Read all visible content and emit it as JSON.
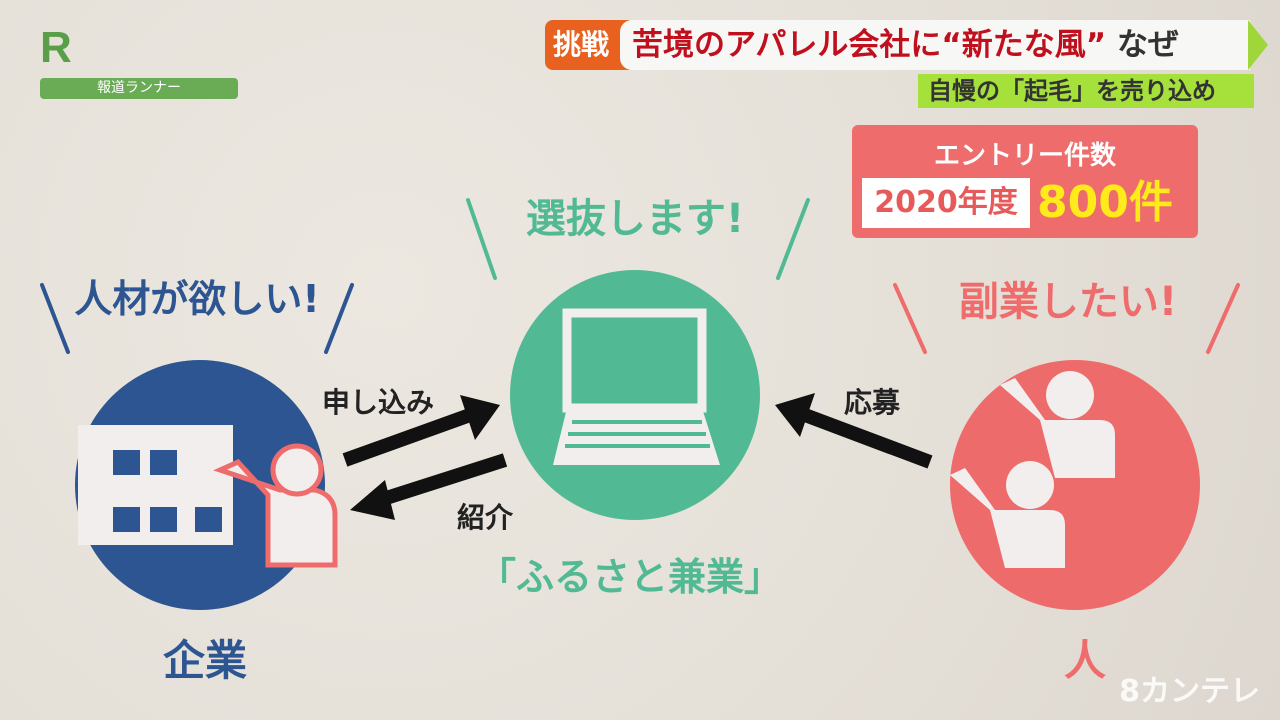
{
  "logo": {
    "letter": "R",
    "program": "報道ランナー"
  },
  "headline": {
    "tag": "挑戦",
    "title_red": "苦境のアパレル会社に“新たな風”",
    "title_dark": "なぜ",
    "subtitle": "自慢の「起毛」を売り込め"
  },
  "entry_box": {
    "title": "エントリー件数",
    "year": "2020年度",
    "count": "800件"
  },
  "diagram": {
    "company": {
      "need": "人材が欲しい!",
      "label": "企業",
      "color": "#2d5591"
    },
    "platform": {
      "action": "選抜します!",
      "label": "「ふるさと兼業」",
      "color": "#52b995"
    },
    "person": {
      "want": "副業したい!",
      "label": "人",
      "color": "#ee6b6b"
    },
    "arrows": {
      "apply_company": "申し込み",
      "introduce": "紹介",
      "apply_person": "応募"
    }
  },
  "watermark": "8カンテレ"
}
